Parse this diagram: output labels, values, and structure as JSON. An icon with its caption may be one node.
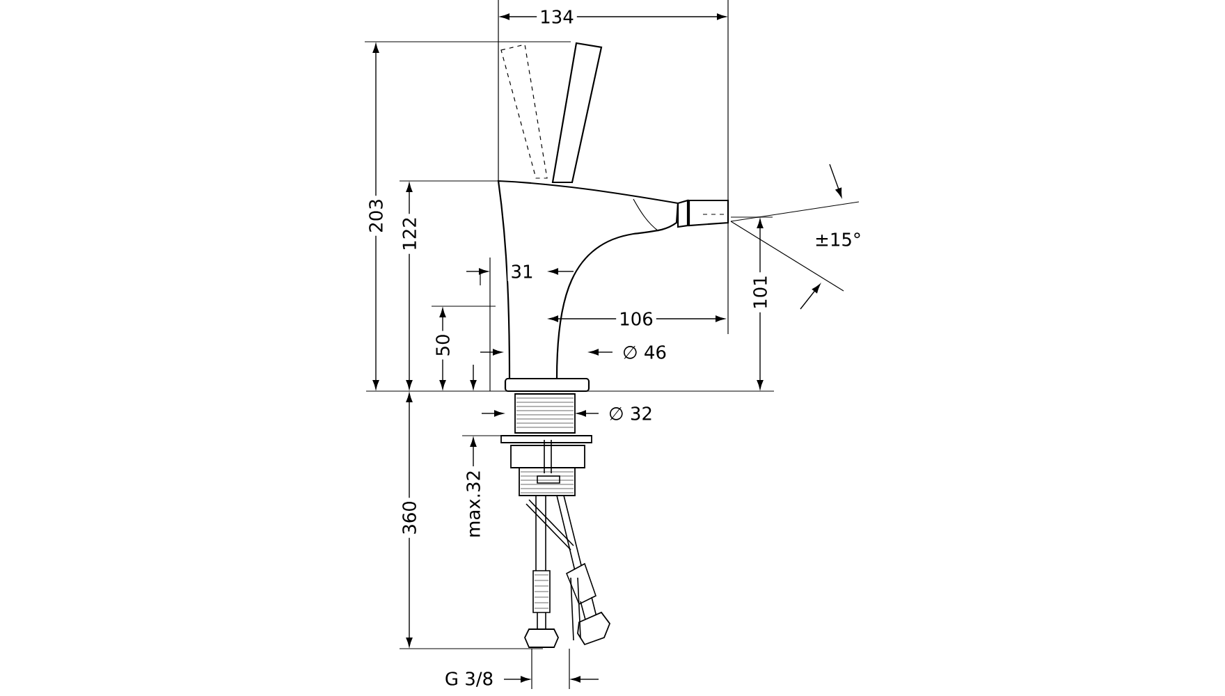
{
  "diagram": {
    "labels": [
      "134",
      "203",
      "122",
      "31",
      "±15°",
      "101",
      "106",
      "50",
      "∅ 46",
      "∅ 32",
      "max.32",
      "360",
      "G 3/8"
    ]
  }
}
